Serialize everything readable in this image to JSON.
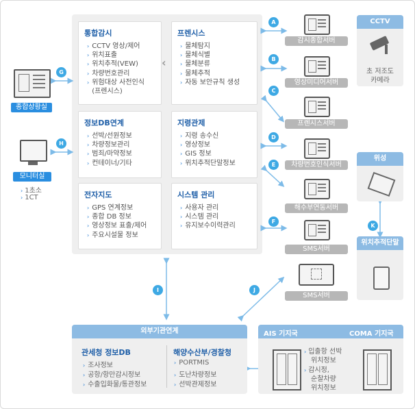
{
  "modules": {
    "integrated": {
      "title": "통합감시",
      "items": [
        "CCTV 영상/제어",
        "위치표출",
        "위치추적(VEW)",
        "차량번호관리",
        "위험대상 사전인식",
        "(프렌시스)"
      ]
    },
    "fransis": {
      "title": "프렌시스",
      "items": [
        "물체탐지",
        "물체식별",
        "물체분류",
        "물체추적",
        "자동 보안규칙 생성"
      ]
    },
    "db": {
      "title": "정보DB연계",
      "items": [
        "선박/선원정보",
        "차량정보관리",
        "범죄/마약정보",
        "컨테이너/기타"
      ]
    },
    "geo": {
      "title": "지령관제",
      "items": [
        "지령 송수신",
        "영상정보",
        "GIS 정보",
        "위치추적단말정보"
      ]
    },
    "emap": {
      "title": "전자지도",
      "items": [
        "GPS 연계정보",
        "종합 DB 정보",
        "영상정보 표출/제어",
        "주요시설물 정보"
      ]
    },
    "system": {
      "title": "시스템 관리",
      "items": [
        "사용자 관리",
        "시스템 관리",
        "유지보수이력관리"
      ]
    }
  },
  "servers": [
    "감시종합서버",
    "영상미디어서버",
    "프렌시스서버",
    "차량번호인식서버",
    "해수부연동서버",
    "SMS서버",
    "SMS서버"
  ],
  "badges": [
    "A",
    "B",
    "C",
    "D",
    "E",
    "F",
    "G",
    "H",
    "I",
    "J",
    "K"
  ],
  "left": {
    "control_room": "종합상황실",
    "monitor_room": "모니터실",
    "monitor_items": [
      "1초소",
      "1CT"
    ]
  },
  "right": {
    "cctv_header": "CCTV",
    "cctv_caption_1": "초 저조도",
    "cctv_caption_2": "카메라",
    "satellite_header": "위성",
    "tracker_header": "위치추적단말"
  },
  "external": {
    "header": "외부기관연계",
    "customs": {
      "title": "관세청 정보DB",
      "items": [
        "조사정보",
        "공항/항만감시정보",
        "수출입화물/통관정보"
      ]
    },
    "ocean": {
      "title": "해양수산부/경찰청",
      "items": [
        "PORTMIS",
        "도난차량정보",
        "선박관제정보"
      ]
    }
  },
  "stations": {
    "ais": "AIS 기지국",
    "coma": "COMA 기지국",
    "items": [
      "입출항 선박",
      "위치정보",
      "감시정,",
      "순찰차량",
      "위치정보"
    ]
  },
  "colors": {
    "accent_blue": "#2a8ee0",
    "badge_blue": "#3ea9e4",
    "title_blue": "#1f5fa8",
    "header_blue": "#6aa8dc",
    "panel_gray": "#efefef",
    "label_gray": "#b7b7b7"
  }
}
